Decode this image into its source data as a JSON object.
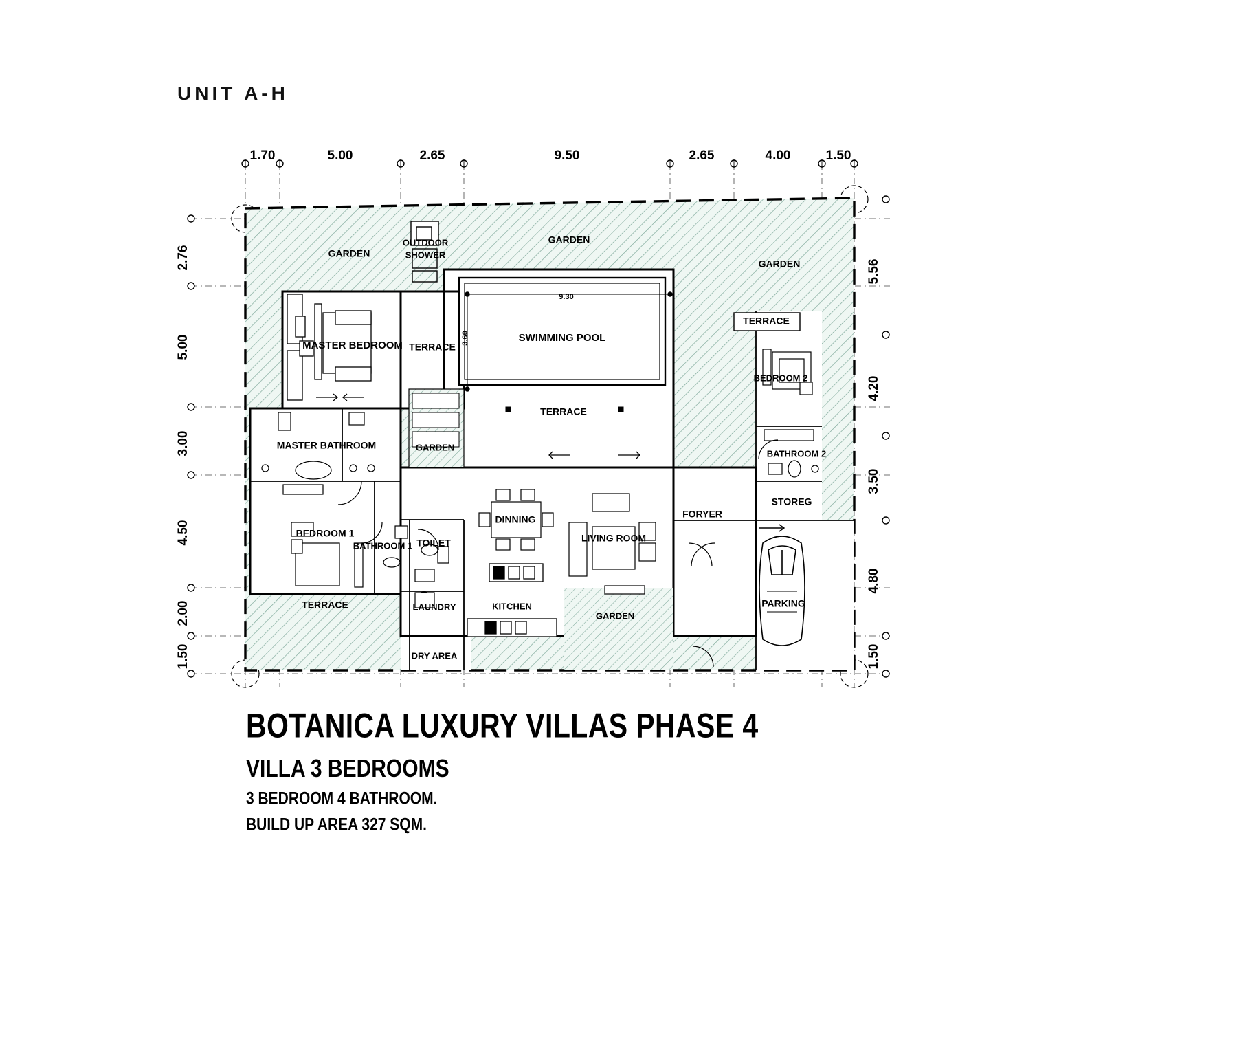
{
  "header": {
    "unit_title": "UNIT A-H"
  },
  "footer": {
    "project_title": "BOTANICA LUXURY VILLAS PHASE 4",
    "villa_type": "VILLA 3 BEDROOMS",
    "rooms_line": "3 BEDROOM 4 BATHROOM.",
    "area_line": "BUILD UP AREA 327 SQM."
  },
  "dimensions": {
    "top": [
      "1.70",
      "5.00",
      "2.65",
      "9.50",
      "2.65",
      "4.00",
      "1.50"
    ],
    "left": [
      "2.76",
      "5.00",
      "3.00",
      "4.50",
      "2.00",
      "1.50"
    ],
    "right": [
      "5.56",
      "4.20",
      "3.50",
      "4.80",
      "1.50"
    ],
    "pool_length": "9.30",
    "pool_width": "3.60"
  },
  "rooms": {
    "garden_top_left": "GARDEN",
    "garden_top_mid": "GARDEN",
    "garden_top_right": "GARDEN",
    "garden_mid_left": "GARDEN",
    "garden_bottom": "GARDEN",
    "outdoor_shower": "OUTDOOR\nSHOWER",
    "outdoor_shower_l1": "OUTDOOR",
    "outdoor_shower_l2": "SHOWER",
    "master_bedroom": "MASTER BEDROOM",
    "master_bathroom": "MASTER BATHROOM",
    "bedroom_1": "BEDROOM 1",
    "bathroom_1": "BATHROOM 1",
    "toilet": "TOILET",
    "laundry": "LAUNDRY",
    "dry_area": "DRY AREA",
    "kitchen": "KITCHEN",
    "dinning": "DINNING",
    "living_room": "LIVING ROOM",
    "foryer": "FORYER",
    "terrace_left": "TERRACE",
    "terrace_main": "TERRACE",
    "terrace_bottom_left": "TERRACE",
    "terrace_right": "TERRACE",
    "swimming_pool": "SWIMMING POOL",
    "bedroom_2": "BEDROOM 2",
    "bathroom_2": "BATHROOM 2",
    "storeg": "STOREG",
    "parking": "PARKING"
  },
  "colors": {
    "line": "#000000",
    "garden_hatch": "#7fa99b",
    "garden_fill": "#eff7f3",
    "paper": "#ffffff"
  }
}
